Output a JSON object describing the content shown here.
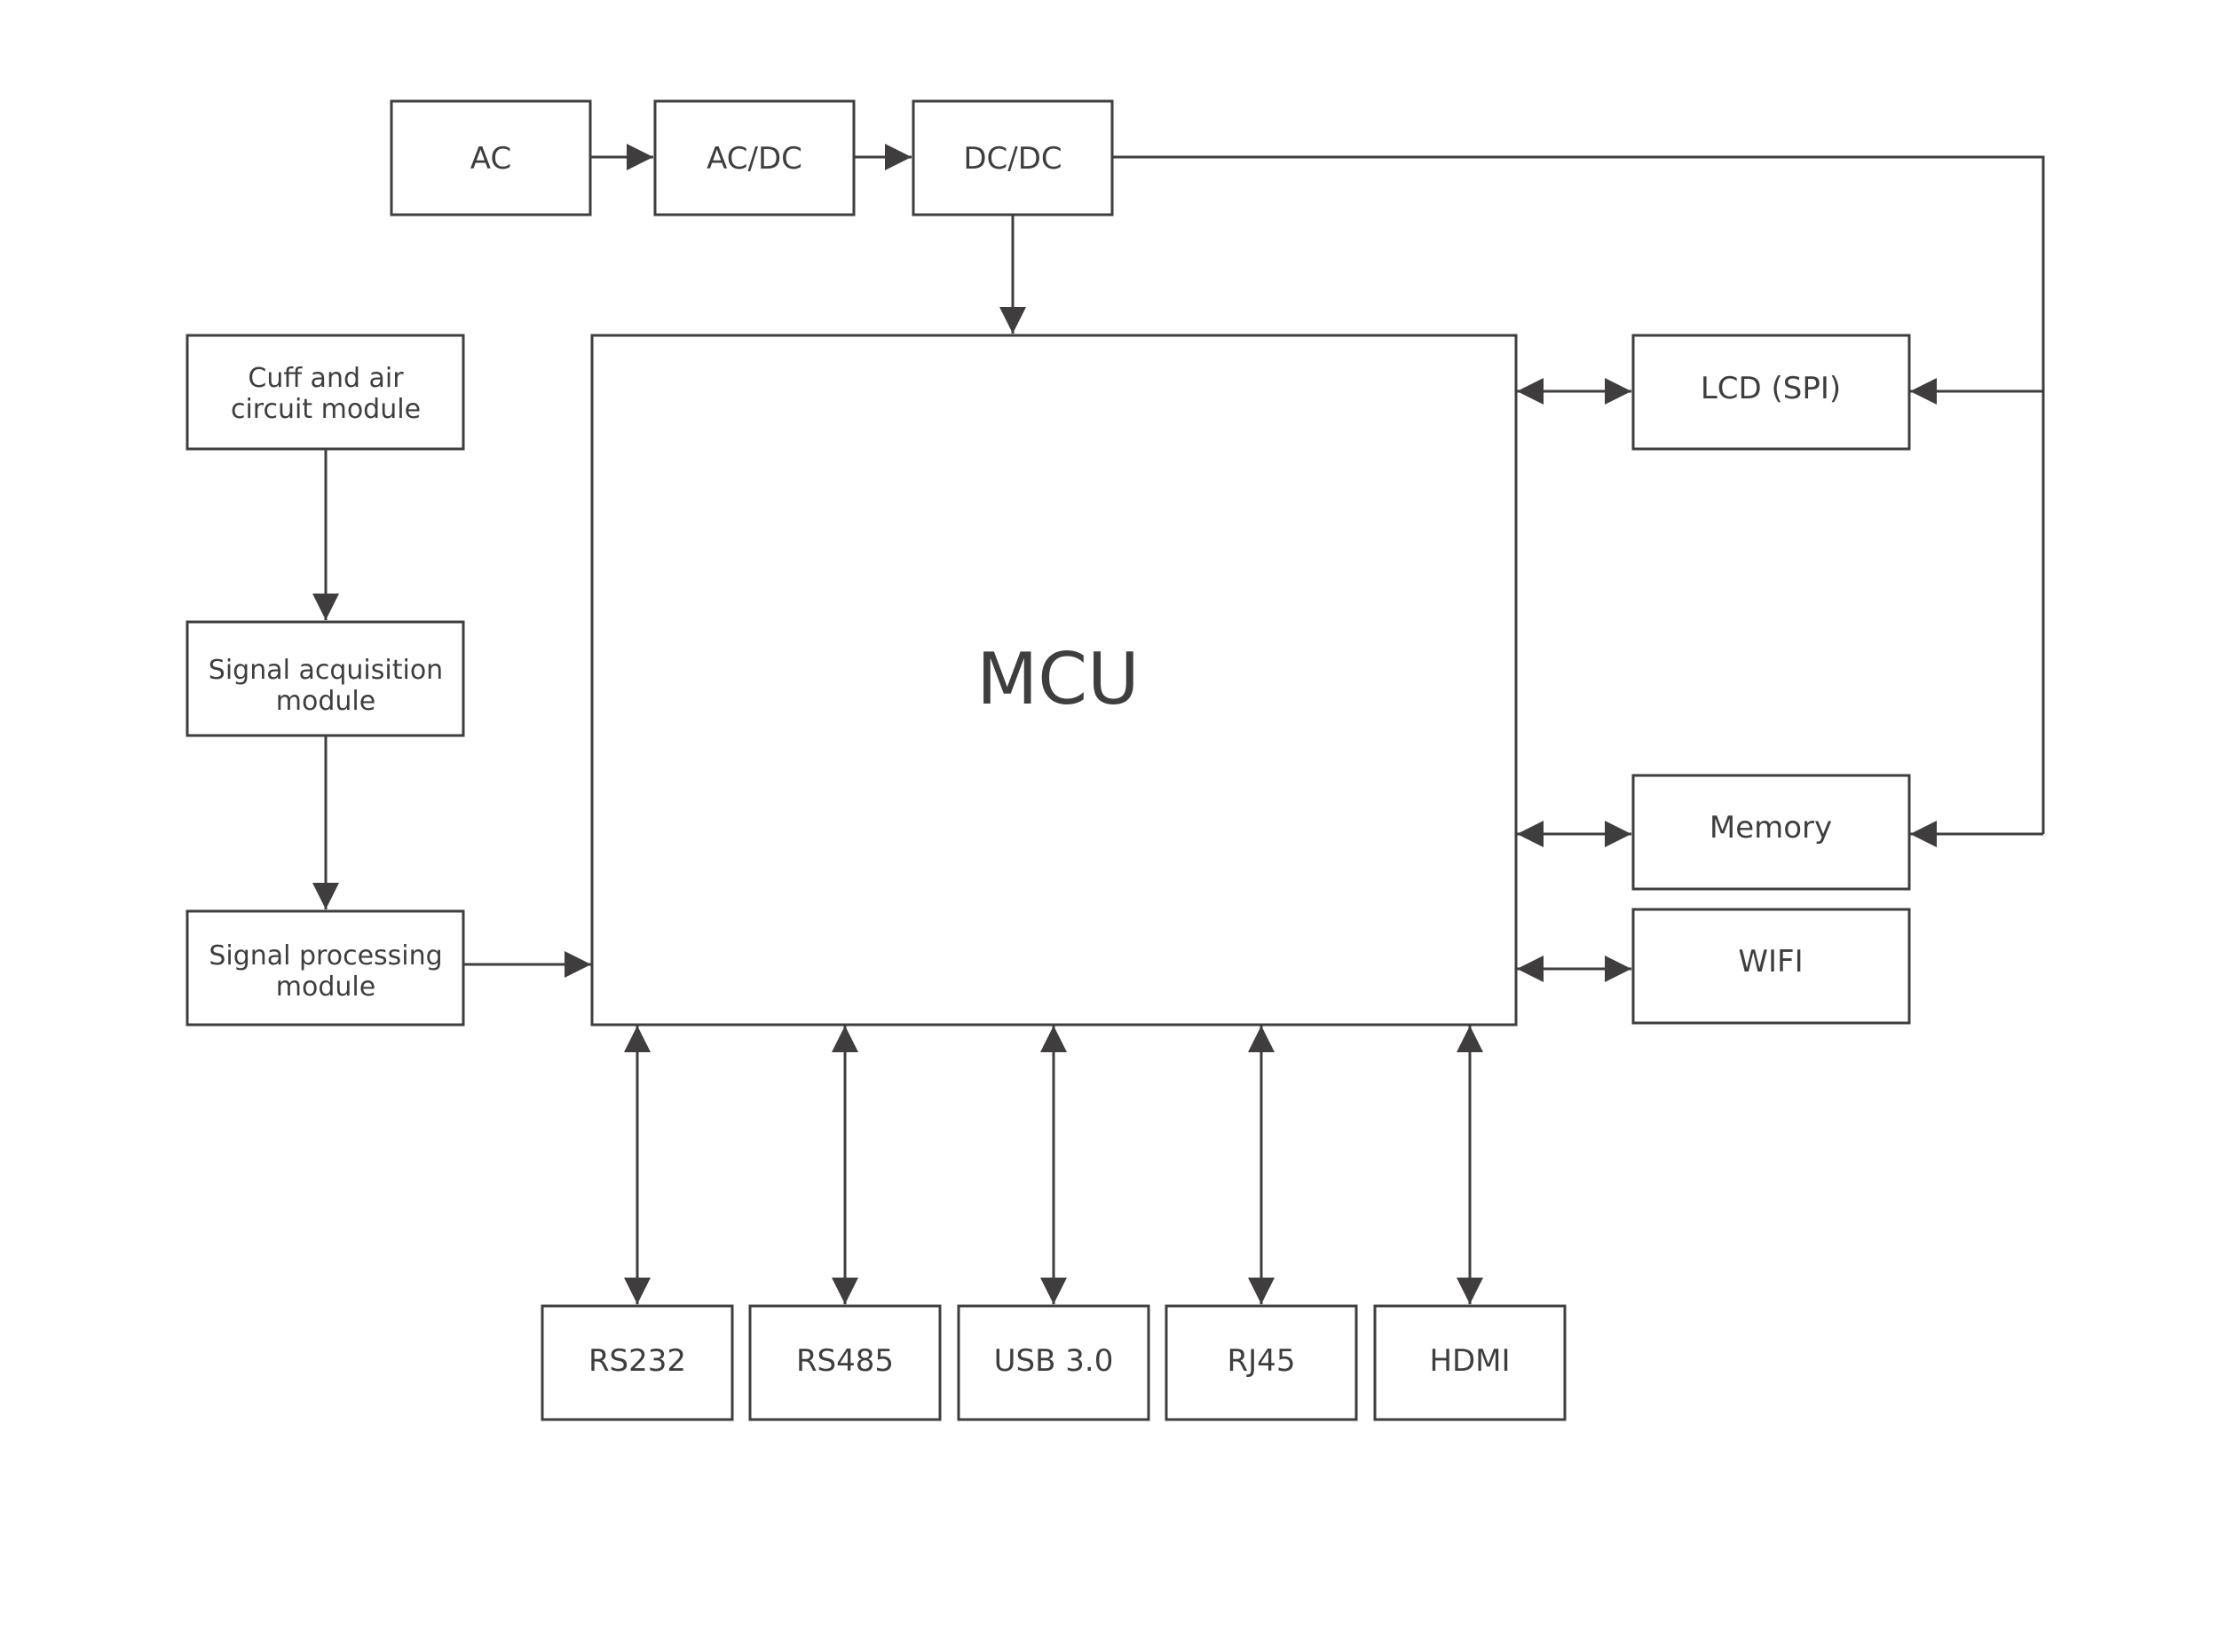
{
  "blocks": {
    "ac": "AC",
    "acdc": "AC/DC",
    "dcdc": "DC/DC",
    "mcu": "MCU",
    "cuff": [
      "Cuff and air",
      "circuit module"
    ],
    "acquisition": [
      "Signal acquisition",
      "module"
    ],
    "processing": [
      "Signal processing",
      "module"
    ],
    "lcd": "LCD (SPI)",
    "memory": "Memory",
    "wifi": "WIFI",
    "rs232": "RS232",
    "rs485": "RS485",
    "usb": "USB 3.0",
    "rj45": "RJ45",
    "hdmi": "HDMI"
  },
  "colors": {
    "stroke": "#3f3d3e",
    "text": "#3f3d3e",
    "background": "#ffffff"
  }
}
